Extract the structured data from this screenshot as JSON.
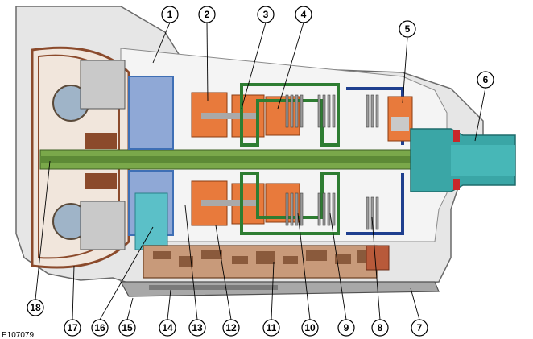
{
  "figure": {
    "id_text": "E107079",
    "callouts": [
      {
        "n": "1"
      },
      {
        "n": "2"
      },
      {
        "n": "3"
      },
      {
        "n": "4"
      },
      {
        "n": "5"
      },
      {
        "n": "6"
      },
      {
        "n": "7"
      },
      {
        "n": "8"
      },
      {
        "n": "9"
      },
      {
        "n": "10"
      },
      {
        "n": "11"
      },
      {
        "n": "12"
      },
      {
        "n": "13"
      },
      {
        "n": "14"
      },
      {
        "n": "15"
      },
      {
        "n": "16"
      },
      {
        "n": "17"
      },
      {
        "n": "18"
      }
    ]
  },
  "colors": {
    "housing": "#d9d9d9",
    "housing_outline": "#5a5a5a",
    "converter_brown": "#8b4a2b",
    "shaft_green": "#7aa84a",
    "gear_orange": "#e87a3c",
    "clutch_green": "#2e7d32",
    "hydraulic_blue": "#3f6fb5",
    "output_teal": "#3aa6a6",
    "valve_body": "#b98a6a",
    "seal_red": "#c8282a",
    "pan": "#9a9a9a"
  }
}
